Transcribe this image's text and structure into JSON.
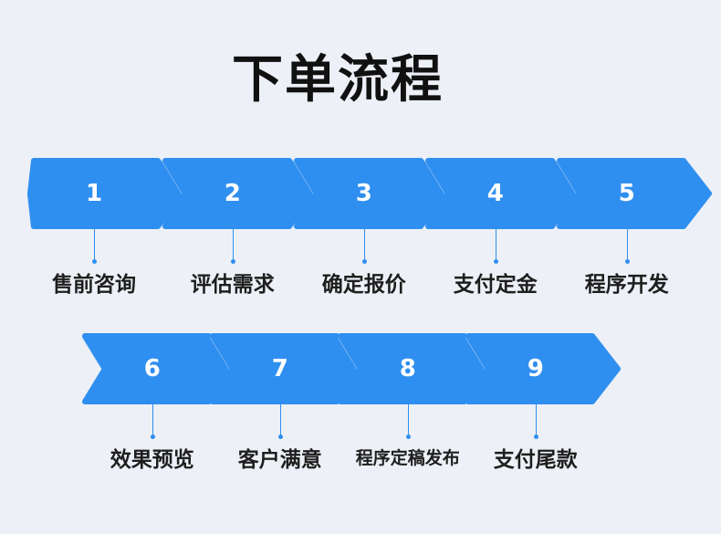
{
  "title": "下单流程",
  "colors": {
    "arrow_fill": "#2f8ff0",
    "arrow_shadow": "#9fc7f2",
    "background": "#edf0f6"
  },
  "steps": [
    {
      "num": "1",
      "label": "售前咨询"
    },
    {
      "num": "2",
      "label": "评估需求"
    },
    {
      "num": "3",
      "label": "确定报价"
    },
    {
      "num": "4",
      "label": "支付定金"
    },
    {
      "num": "5",
      "label": "程序开发"
    },
    {
      "num": "6",
      "label": "效果预览"
    },
    {
      "num": "7",
      "label": "客户满意"
    },
    {
      "num": "8",
      "label": "程序定稿发布"
    },
    {
      "num": "9",
      "label": "支付尾款"
    }
  ]
}
